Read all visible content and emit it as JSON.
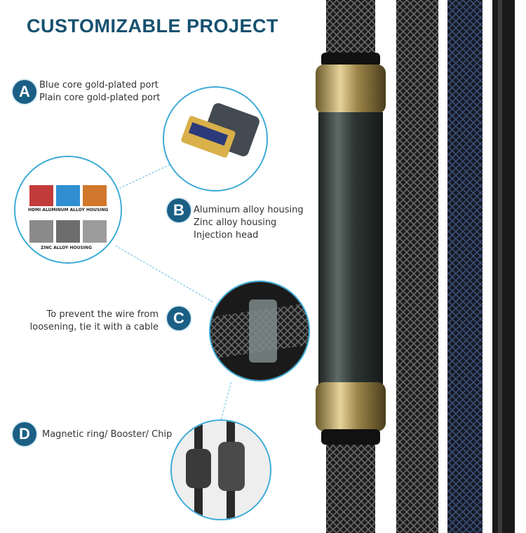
{
  "title": "CUSTOMIZABLE PROJECT",
  "features": [
    {
      "badge": "A",
      "lines": [
        "Blue core gold-plated  port",
        "Plain core gold-plated port"
      ]
    },
    {
      "badge": "B",
      "lines": [
        "Aluminum alloy housing",
        "Zinc alloy housing",
        "Injection head"
      ]
    },
    {
      "badge": "C",
      "lines": [
        "To prevent the wire from",
        "loosening, tie it with a cable"
      ]
    },
    {
      "badge": "D",
      "lines": [
        "Magnetic ring/ Booster/ Chip"
      ]
    }
  ],
  "housing_catalog": {
    "caption_top": "HDMI ALUMINUM ALLOY HOUSING",
    "caption_bottom": "ZINC ALLOY HOUSING"
  },
  "colors": {
    "accent": "#1b5f85",
    "ring": "#39a9d6",
    "title": "#15506f"
  }
}
